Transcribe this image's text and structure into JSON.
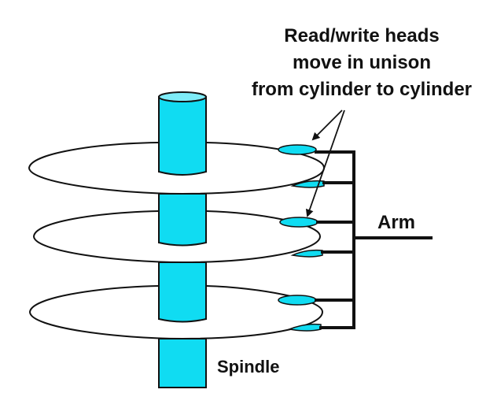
{
  "title": "Disk read/write heads and cylinders",
  "labels": {
    "heads_line1": "Read/write heads",
    "heads_line2": "move in unison",
    "heads_line3": "from cylinder to cylinder",
    "arm": "Arm",
    "spindle": "Spindle"
  },
  "colors": {
    "spindle_fill": "#10dcf2",
    "head_fill": "#10dcf2",
    "outline": "#111111",
    "platter_fill": "#ffffff"
  },
  "platters": [
    {
      "name": "platter-1"
    },
    {
      "name": "platter-2"
    },
    {
      "name": "platter-3"
    }
  ]
}
